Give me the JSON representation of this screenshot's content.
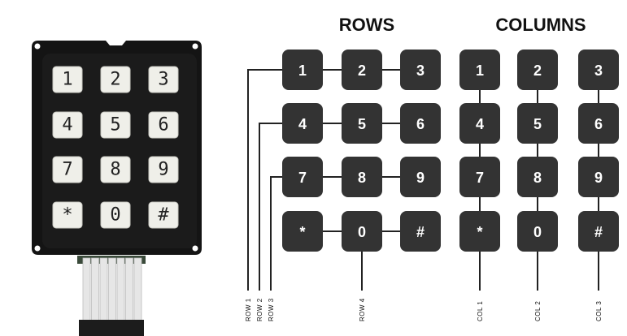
{
  "titles": {
    "rows": "ROWS",
    "columns": "COLUMNS"
  },
  "keypad_keys": [
    [
      "1",
      "2",
      "3"
    ],
    [
      "4",
      "5",
      "6"
    ],
    [
      "7",
      "8",
      "9"
    ],
    [
      "*",
      "0",
      "#"
    ]
  ],
  "rows_keys": [
    [
      "1",
      "2",
      "3"
    ],
    [
      "4",
      "5",
      "6"
    ],
    [
      "7",
      "8",
      "9"
    ],
    [
      "*",
      "0",
      "#"
    ]
  ],
  "columns_keys": [
    [
      "1",
      "2",
      "3"
    ],
    [
      "4",
      "5",
      "6"
    ],
    [
      "7",
      "8",
      "9"
    ],
    [
      "*",
      "0",
      "#"
    ]
  ],
  "row_labels": [
    "ROW 1",
    "ROW 2",
    "ROW 3",
    "ROW 4"
  ],
  "col_labels": [
    "COL 1",
    "COL 2",
    "COL 3"
  ],
  "colors": {
    "key_dark": "#333333",
    "keypad_body": "#141414",
    "keypad_key": "#efefe9"
  }
}
